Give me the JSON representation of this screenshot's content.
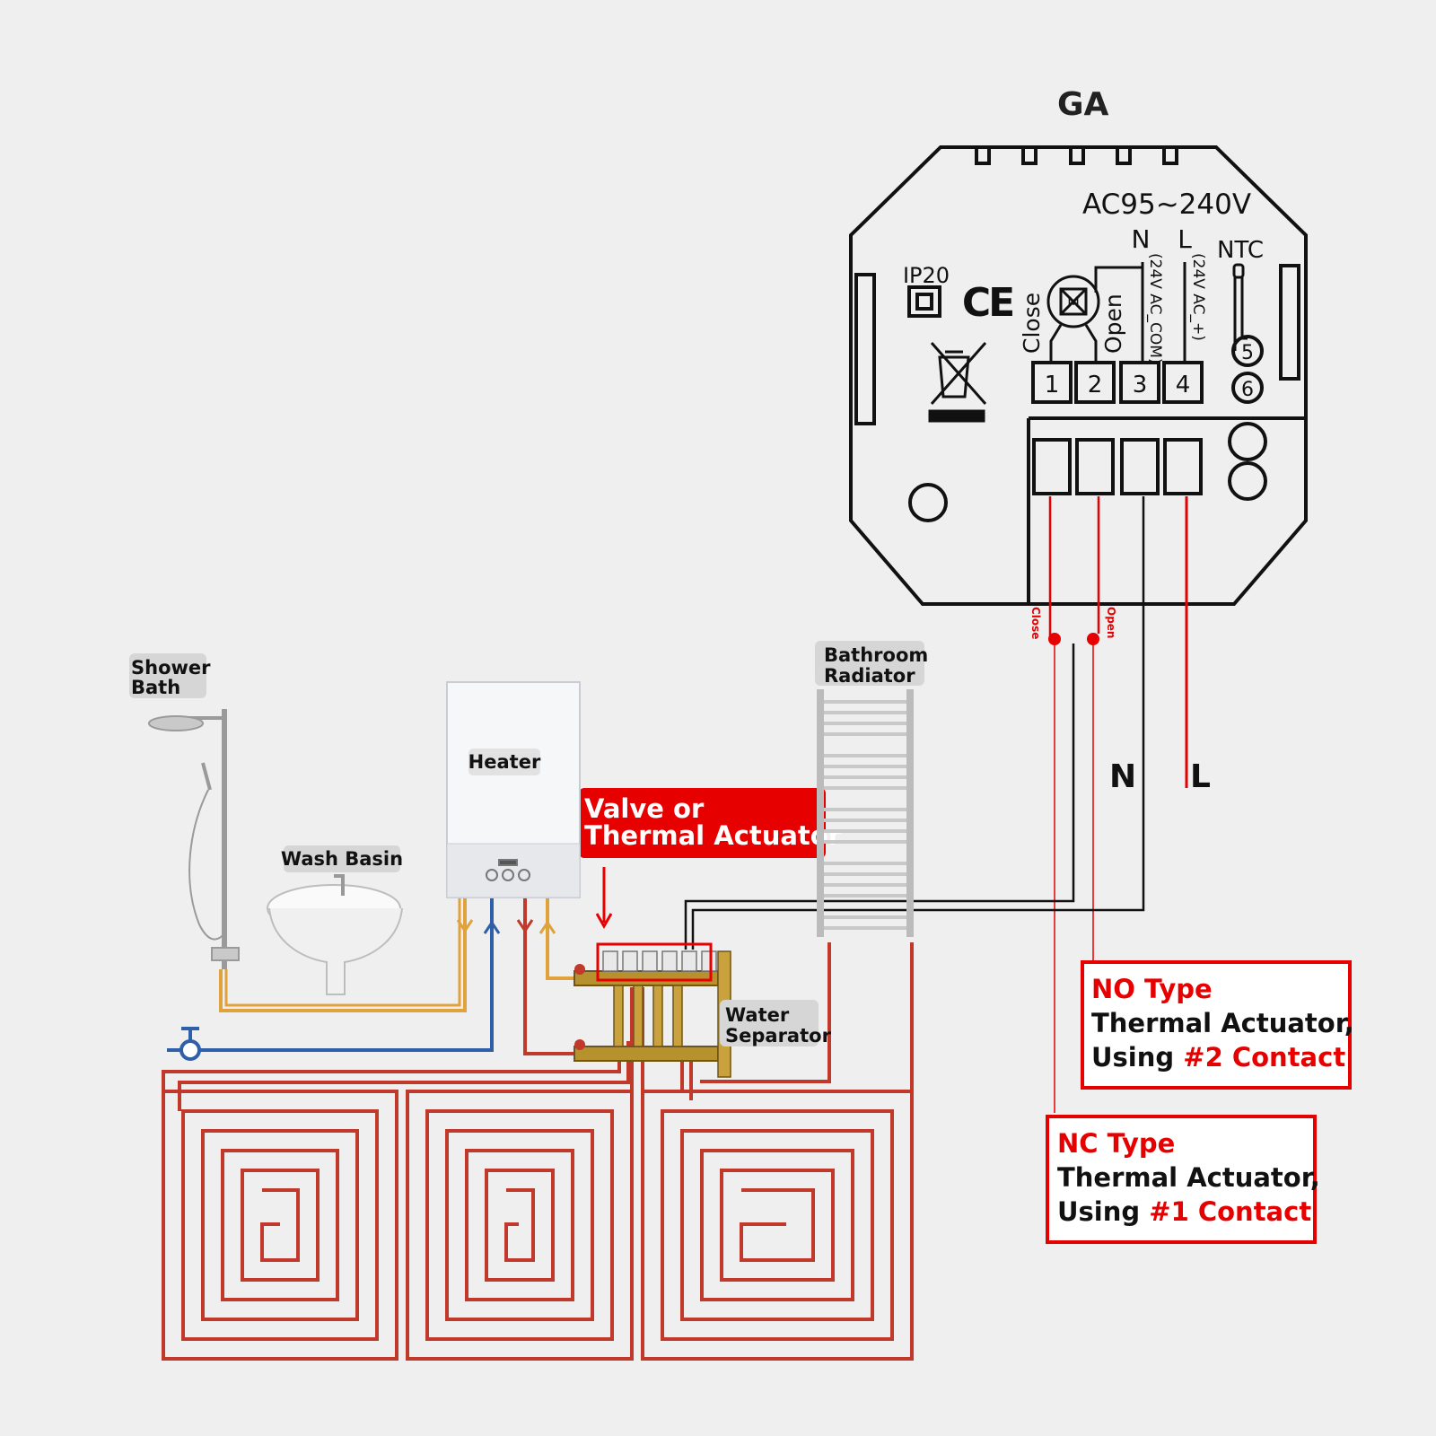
{
  "thermostat": {
    "model": "GA",
    "voltage": "AC95~240V",
    "terminal_n": "N",
    "terminal_l": "L",
    "ntc": "NTC",
    "rating": "IP20",
    "ce_mark": "CE",
    "close": "Close",
    "open": "Open",
    "com_note": "(24V AC_COM)",
    "plus_note": "(24V AC_+)",
    "motor_symbol": "M",
    "terminals": [
      "1",
      "2",
      "3",
      "4",
      "5",
      "6"
    ]
  },
  "wire_labels": {
    "close": "Close",
    "open": "Open",
    "n": "N",
    "l": "L"
  },
  "components": {
    "shower_line1": "Shower",
    "shower_line2": "Bath",
    "wash_basin": "Wash Basin",
    "heater": "Heater",
    "radiator_line1": "Bathroom",
    "radiator_line2": "Radiator",
    "separator_line1": "Water",
    "separator_line2": "Separator"
  },
  "valve_callout": {
    "line1": "Valve or",
    "line2": "Thermal Actuator"
  },
  "no_box": {
    "title": "NO Type",
    "line2": "Thermal Actuator,",
    "using": "Using ",
    "contact": "#2 Contact"
  },
  "nc_box": {
    "title": "NC Type",
    "line2": "Thermal Actuator,",
    "using": "Using ",
    "contact": "#1 Contact"
  },
  "colors": {
    "red": "#e60000",
    "pipe": "#c0392b",
    "hot": "#e0a23a",
    "cold": "#2e5fa8"
  }
}
